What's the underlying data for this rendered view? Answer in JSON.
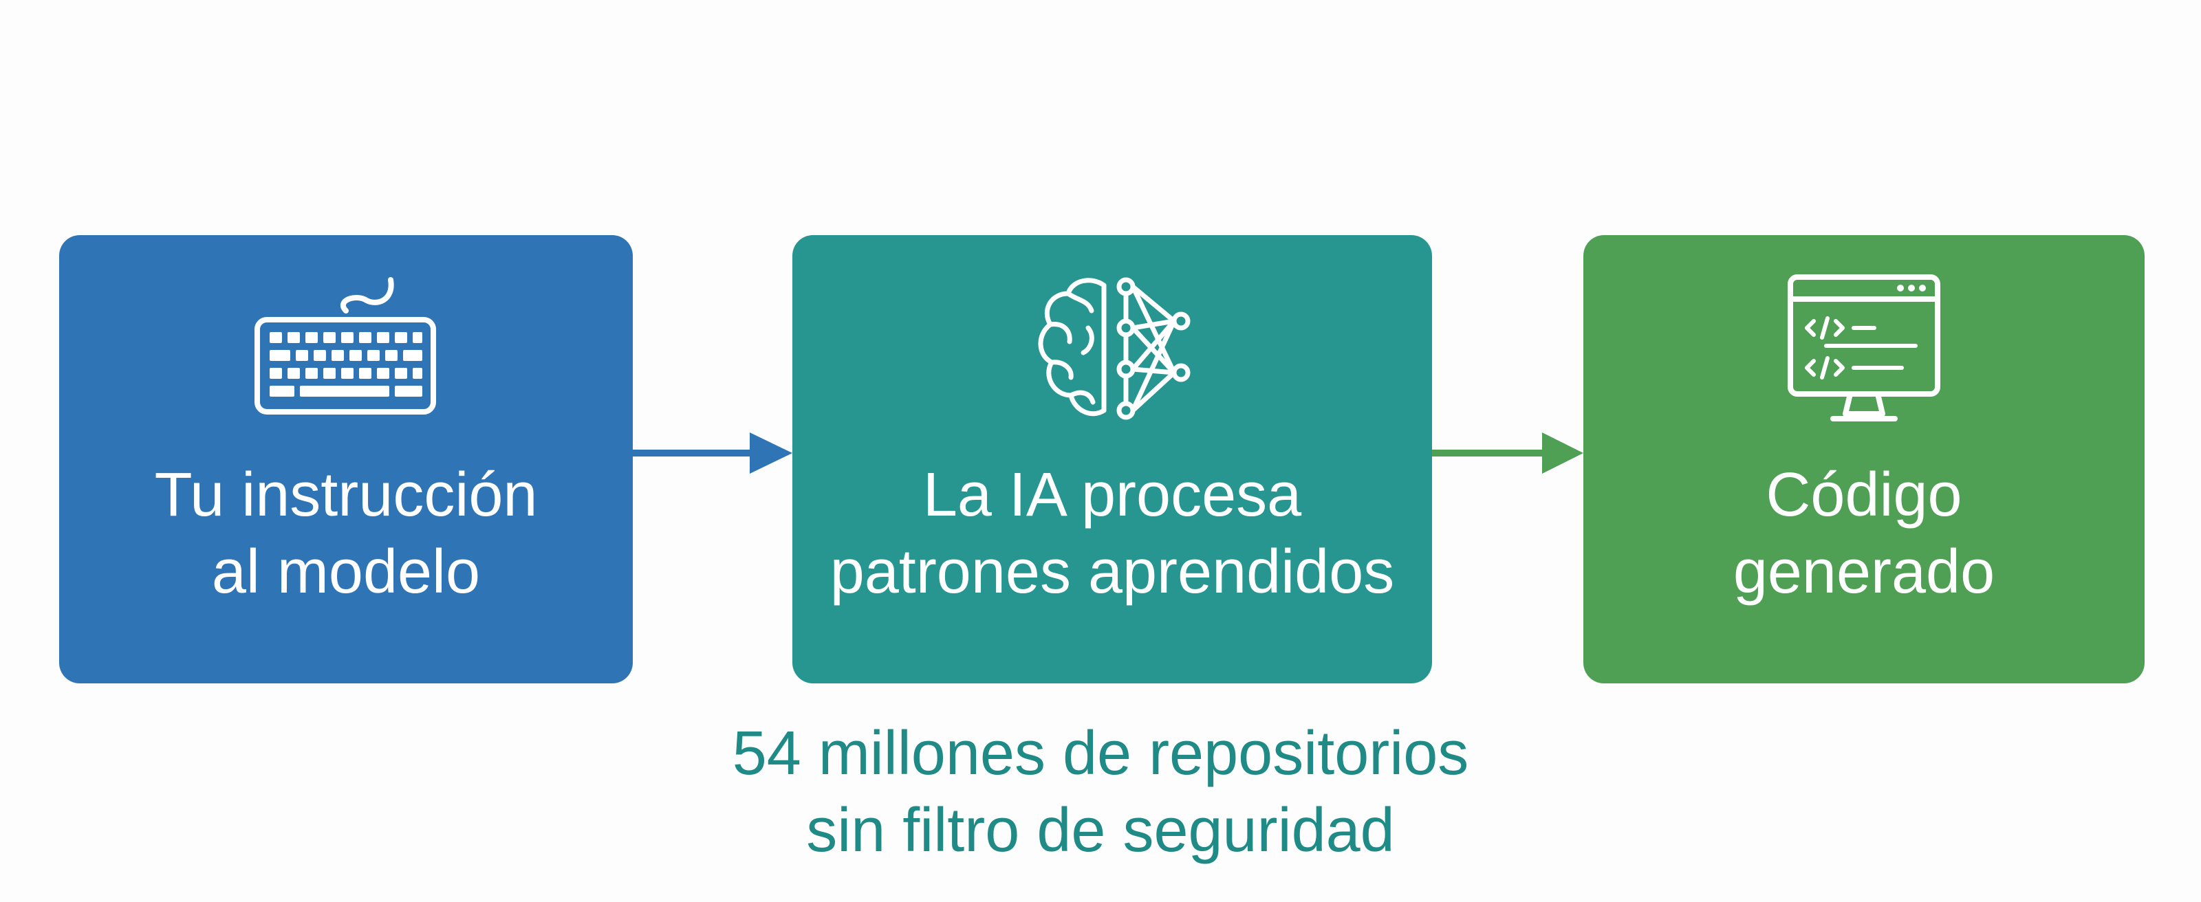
{
  "steps": [
    {
      "icon": "keyboard-icon",
      "color": "#2f74b5",
      "lines": [
        "Tu instrucción",
        "al modelo"
      ]
    },
    {
      "icon": "brain-network-icon",
      "color": "#279690",
      "lines": [
        "La IA procesa",
        "patrones aprendidos"
      ]
    },
    {
      "icon": "code-monitor-icon",
      "color": "#4f9f55",
      "lines": [
        "Código",
        "generado"
      ]
    }
  ],
  "arrows": [
    {
      "color": "#2f74b5"
    },
    {
      "color": "#4f9f55"
    }
  ],
  "caption": {
    "color": "#1f8a86",
    "lines": [
      "54 millones de repositorios",
      "sin filtro de seguridad"
    ]
  }
}
